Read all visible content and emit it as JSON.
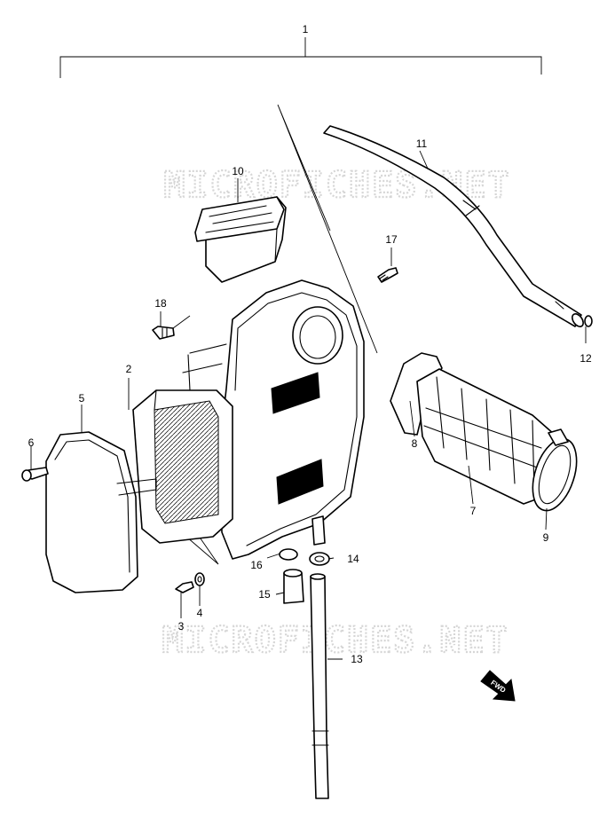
{
  "watermark": "MICROFICHES.NET",
  "callouts": {
    "c1": "1",
    "c2": "2",
    "c3": "3",
    "c4": "4",
    "c5": "5",
    "c6": "6",
    "c7": "7",
    "c8": "8",
    "c9": "9",
    "c10": "10",
    "c11": "11",
    "c12": "12",
    "c13": "13",
    "c14": "14",
    "c15": "15",
    "c16": "16",
    "c17": "17",
    "c18": "18"
  },
  "fwd_label": "FWD"
}
